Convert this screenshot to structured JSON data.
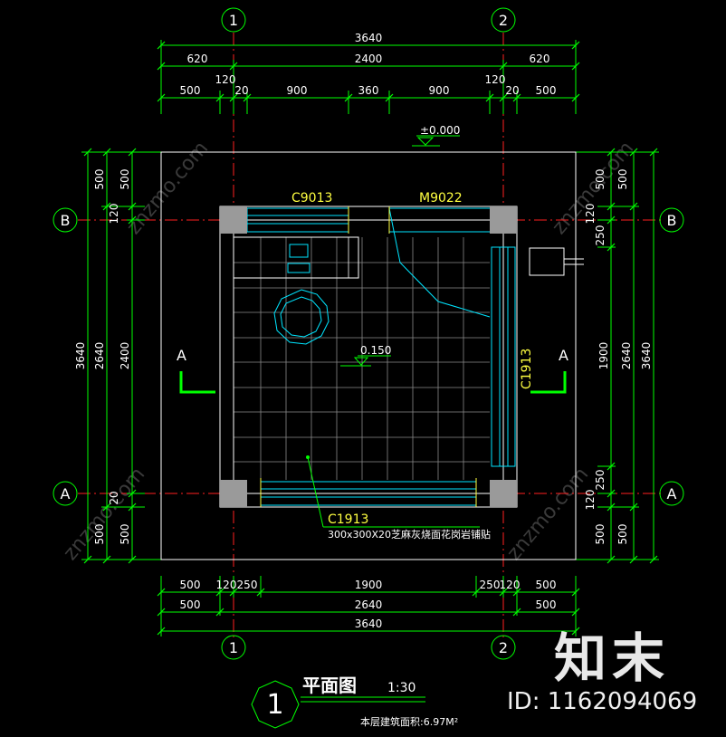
{
  "axes": {
    "top_1": "1",
    "top_2": "2",
    "bottom_1": "1",
    "bottom_2": "2",
    "left_B": "B",
    "left_A": "A",
    "right_B": "B",
    "right_A": "A"
  },
  "dims_top": {
    "overall": "3640",
    "row2": [
      "620",
      "2400",
      "620"
    ],
    "row3": [
      "500",
      "120",
      "20",
      "900",
      "360",
      "900",
      "120",
      "20",
      "500"
    ]
  },
  "dims_bottom": {
    "row1": [
      "500",
      "120",
      "250",
      "1900",
      "250",
      "120",
      "500"
    ],
    "row2": [
      "500",
      "2640",
      "500"
    ],
    "overall": "3640"
  },
  "dims_left": {
    "overall": "3640",
    "mid": "2640",
    "inner": "2400",
    "parts": [
      "500",
      "500",
      "120",
      "20",
      "500",
      "500"
    ]
  },
  "dims_right": {
    "overall": "3640",
    "mid": "2640",
    "inner": "1900",
    "parts": [
      "500",
      "500",
      "120",
      "250",
      "250",
      "120",
      "500",
      "500"
    ]
  },
  "labels": {
    "elevation_top": "±0.000",
    "elevation_floor": "0.150",
    "window_top": "C9013",
    "door_top": "M9022",
    "window_right": "C1913",
    "window_bottom": "C1913",
    "floor_note": "300x300X20芝麻灰烧面花岗岩铺贴",
    "section_left": "A",
    "section_right": "A"
  },
  "title": {
    "number": "1",
    "name": "平面图",
    "scale": "1:30",
    "area_note": "本层建筑面积:6.97M²"
  },
  "watermark": {
    "logo": "知末",
    "id": "ID: 1162094069",
    "diagonal": "znzmo.com"
  },
  "colors": {
    "background": "#000000",
    "dimension": "#00ff00",
    "axis_line": "#ff2020",
    "text": "#ffffff",
    "tag": "#ffff40",
    "cyan": "#00e5ff",
    "column": "#9a9a9a"
  }
}
